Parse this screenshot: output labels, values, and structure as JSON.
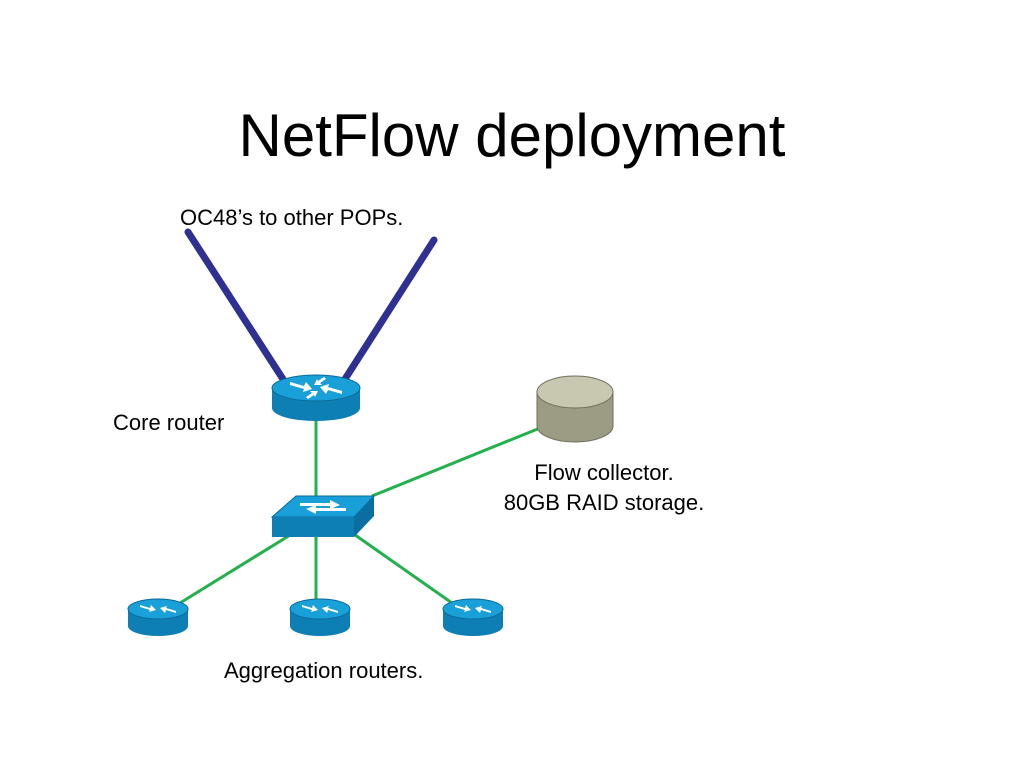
{
  "slide": {
    "title": "NetFlow deployment"
  },
  "labels": {
    "uplinks": "OC48’s to other POPs.",
    "core_router": "Core router",
    "collector_line1": "Flow collector.",
    "collector_line2": "80GB RAID storage.",
    "aggregation": "Aggregation routers."
  },
  "colors": {
    "uplink": "#2e3192",
    "lan_link": "#22b14c",
    "router_top": "#1aa0d8",
    "router_side": "#0d7fb5",
    "switch_top": "#1aa0d8",
    "switch_side": "#0a6fa0",
    "disk_top": "#c8c8b0",
    "disk_side": "#9c9c84"
  },
  "icons": {
    "core_router": "router-icon",
    "switch": "switch-icon",
    "collector": "disk-storage-icon",
    "aggregation": [
      "router-icon",
      "router-icon",
      "router-icon"
    ]
  }
}
